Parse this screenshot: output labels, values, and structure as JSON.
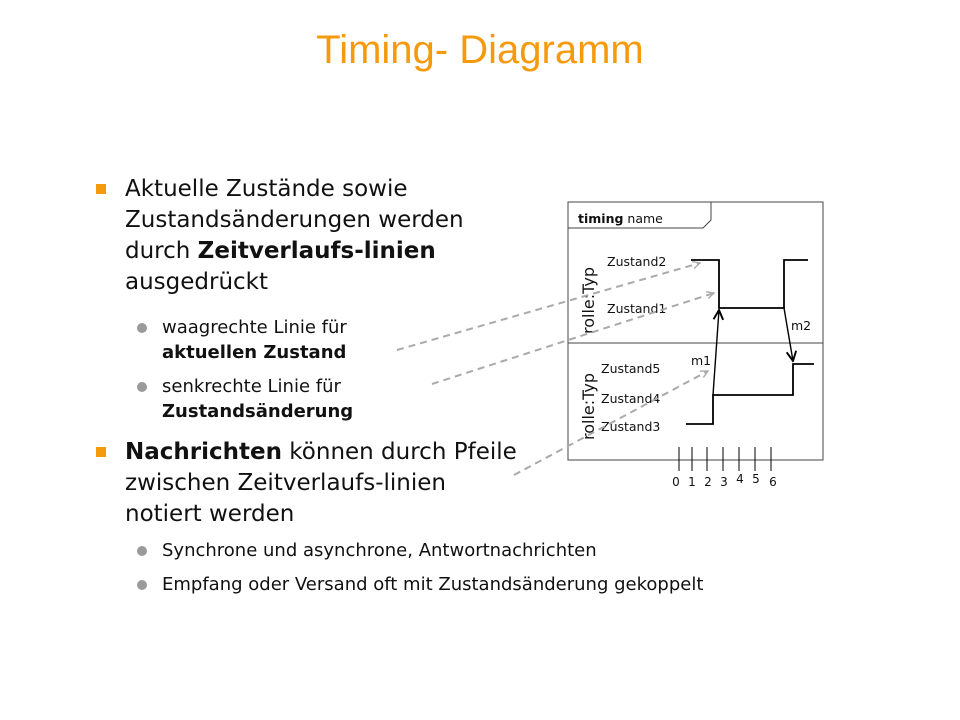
{
  "title": "Timing- Diagramm",
  "bullets": {
    "b1": {
      "pre": "Aktuelle Zustände sowie Zustandsänderungen werden durch ",
      "bold": "Zeitverlaufs-linien",
      "post": " ausgedrückt"
    },
    "b1_sub1": {
      "pre": "waagrechte Linie für ",
      "bold": "aktuellen Zustand"
    },
    "b1_sub2": {
      "pre": "senkrechte Linie für ",
      "bold": "Zustandsänderung"
    },
    "b2": {
      "bold": "Nachrichten",
      "post": " können durch Pfeile zwischen Zeitverlaufs-linien notiert werden"
    },
    "b2_sub1": "Synchrone und asynchrone, Antwortnachrichten",
    "b2_sub2": "Empfang oder Versand oft mit Zustandsänderung gekoppelt"
  },
  "diagram": {
    "frame_keyword": "timing",
    "frame_name": "name",
    "lifeline_top": "rolle:Typ",
    "lifeline_bottom": "rolle:Typ",
    "states_top": [
      "Zustand2",
      "Zustand1"
    ],
    "states_bottom": [
      "Zustand5",
      "Zustand4",
      "Zustand3"
    ],
    "messages": [
      "m1",
      "m2"
    ],
    "ticks": [
      "0",
      "1",
      "2",
      "3",
      "4",
      "5",
      "6"
    ]
  },
  "colors": {
    "accent": "#f59a0c",
    "bullet_dot": "#9a9a9a",
    "connector": "#aaaaaa"
  }
}
